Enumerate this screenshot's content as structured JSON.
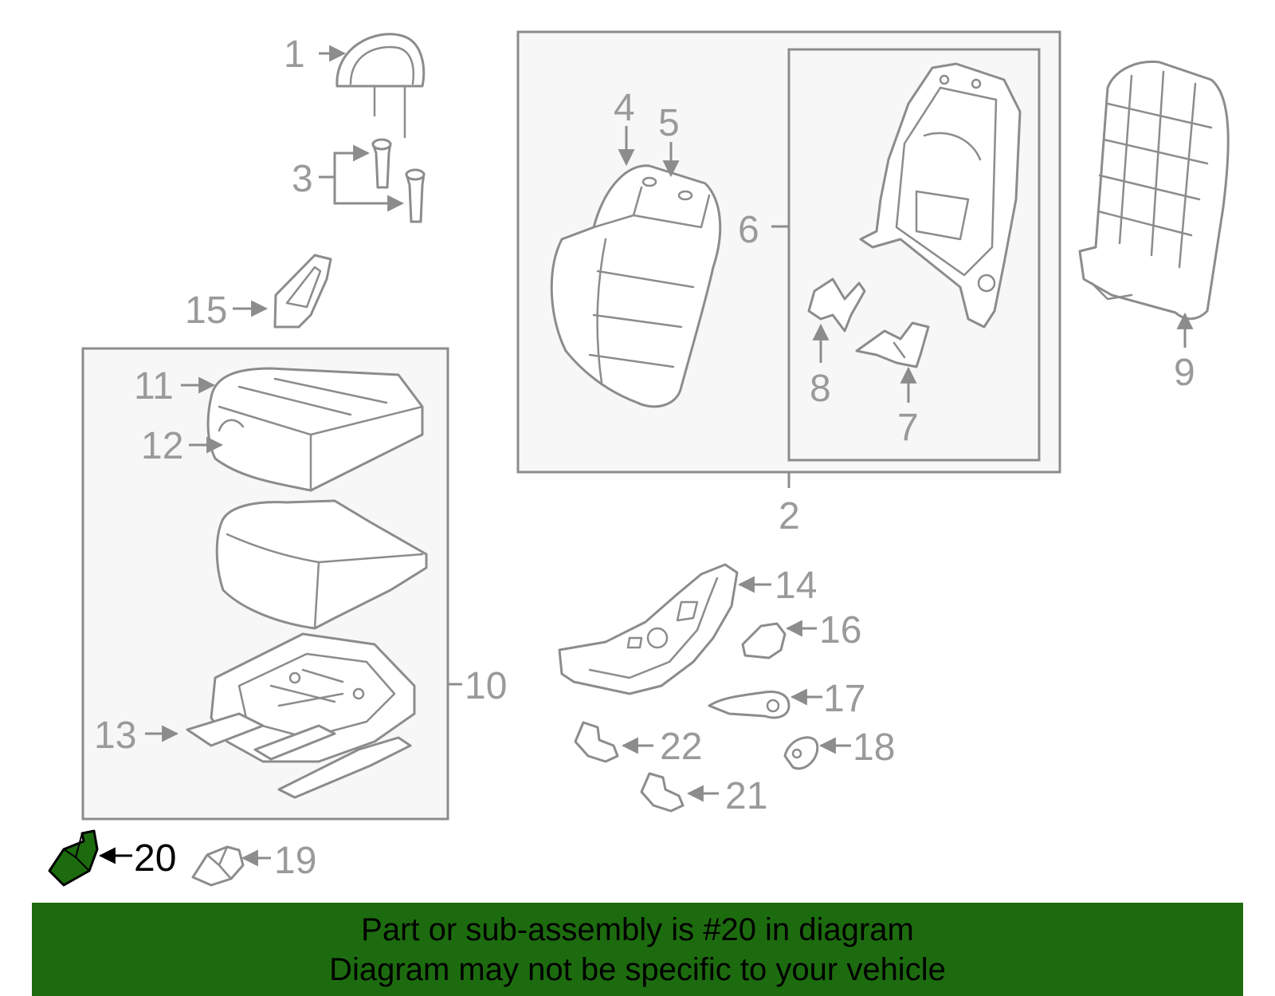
{
  "highlight_color": "#1d6b0f",
  "callouts": {
    "c1": "1",
    "c2": "2",
    "c3": "3",
    "c4": "4",
    "c5": "5",
    "c6": "6",
    "c7": "7",
    "c8": "8",
    "c9": "9",
    "c10": "10",
    "c11": "11",
    "c12": "12",
    "c13": "13",
    "c14": "14",
    "c15": "15",
    "c16": "16",
    "c17": "17",
    "c18": "18",
    "c19": "19",
    "c20": "20",
    "c21": "21",
    "c22": "22"
  },
  "banner": {
    "line1": "Part or sub-assembly is #20 in diagram",
    "line2": "Diagram may not be specific to your vehicle"
  }
}
